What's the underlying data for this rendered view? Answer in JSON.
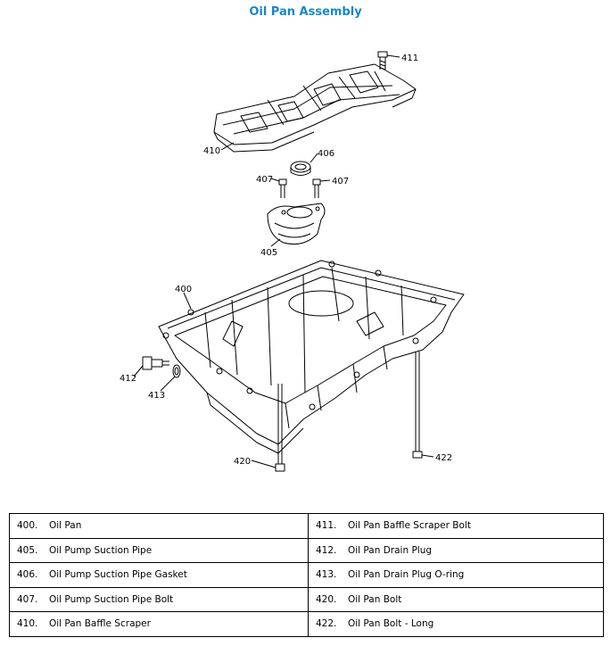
{
  "title": "Oil Pan Assembly",
  "callouts": {
    "c400": "400",
    "c405": "405",
    "c406": "406",
    "c407a": "407",
    "c407b": "407",
    "c410": "410",
    "c411": "411",
    "c412": "412",
    "c413": "413",
    "c420": "420",
    "c422": "422"
  },
  "parts_table": {
    "rows": [
      {
        "left_num": "400.",
        "left_name": "Oil Pan",
        "right_num": "411.",
        "right_name": "Oil Pan Baffle Scraper Bolt"
      },
      {
        "left_num": "405.",
        "left_name": "Oil Pump Suction Pipe",
        "right_num": "412.",
        "right_name": "Oil Pan Drain Plug"
      },
      {
        "left_num": "406.",
        "left_name": "Oil Pump Suction Pipe Gasket",
        "right_num": "413.",
        "right_name": "Oil Pan Drain Plug O-ring"
      },
      {
        "left_num": "407.",
        "left_name": "Oil Pump Suction Pipe Bolt",
        "right_num": "420.",
        "right_name": "Oil Pan Bolt"
      },
      {
        "left_num": "410.",
        "left_name": "Oil Pan Baffle Scraper",
        "right_num": "422.",
        "right_name": "Oil Pan Bolt - Long"
      }
    ]
  }
}
